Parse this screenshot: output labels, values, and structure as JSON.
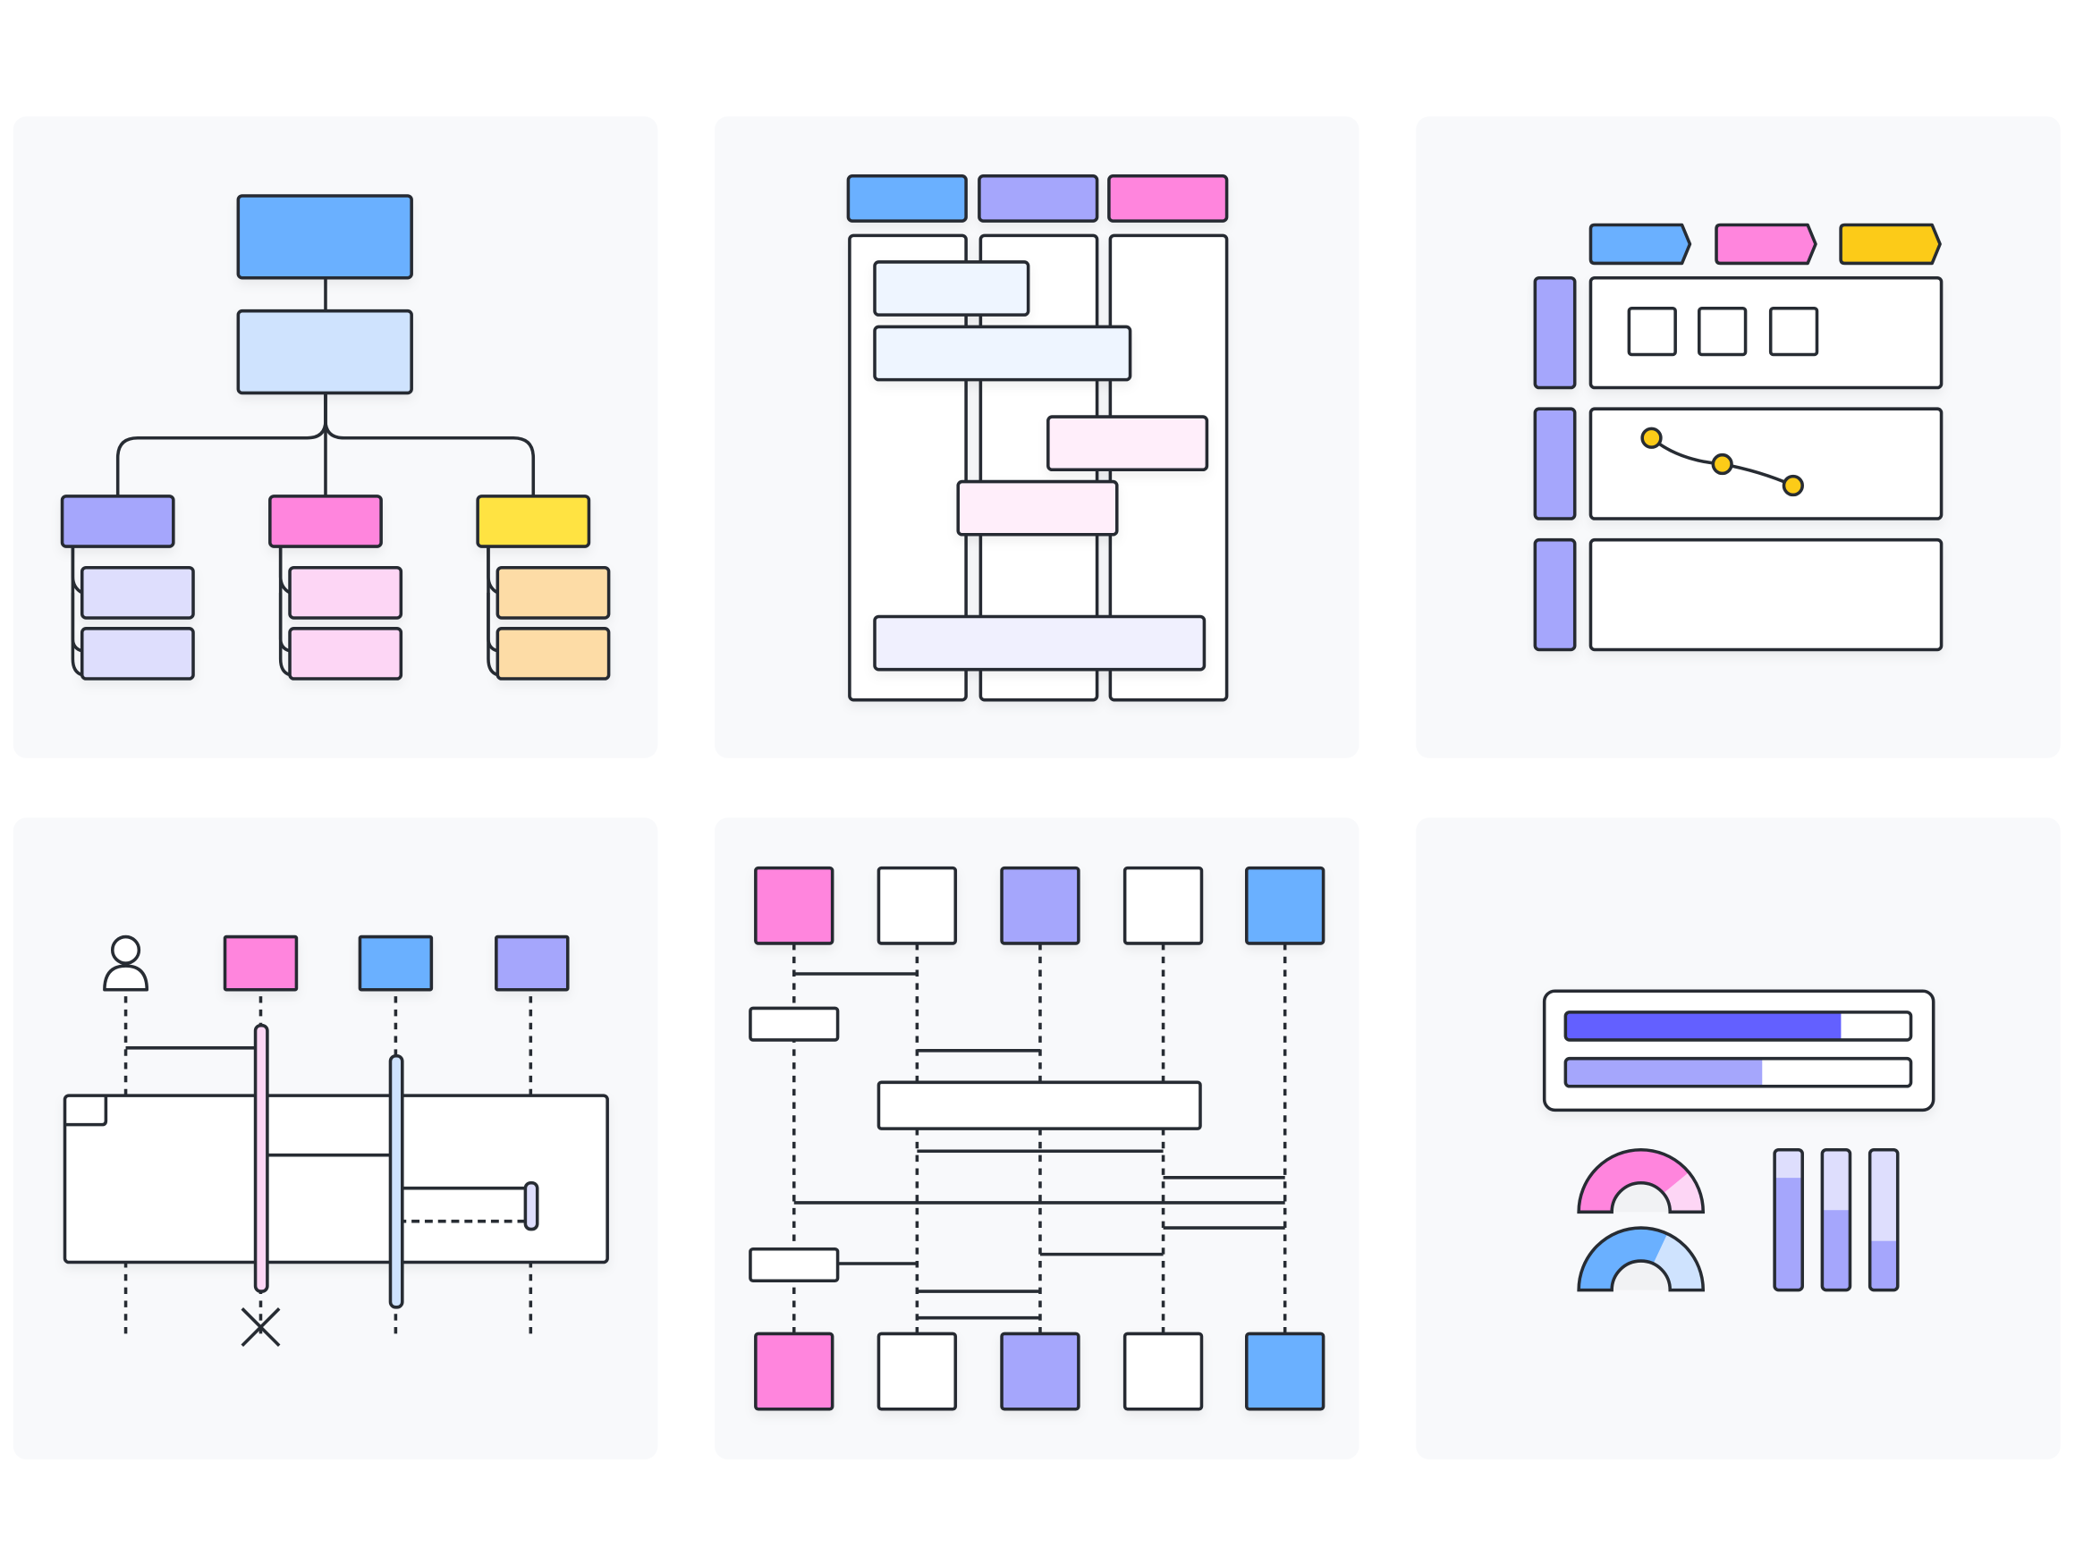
{
  "colors": {
    "background": "#ffffff",
    "panel": "#f8f9fb",
    "stroke": "#272c33",
    "blue": "#6ab0ff",
    "light_blue": "#cfe3fe",
    "pale_blue": "#eef5ff",
    "purple": "#a5a6fc",
    "light_purple": "#dddddd",
    "lavender": "#dedefd",
    "pale_purple": "#f0f0fe",
    "pink": "#ff85dd",
    "light_pink": "#fdd6f5",
    "pale_pink": "#ffeefa",
    "yellow": "#ffe342",
    "amber": "#fccb18",
    "peach": "#fddca6",
    "indigo": "#6360ff",
    "white": "#ffffff",
    "gauge_center": "#f1f2f4"
  },
  "panels": [
    {
      "name": "org-chart-template"
    },
    {
      "name": "kanban-board-template"
    },
    {
      "name": "dashboard-layout-template"
    },
    {
      "name": "sequence-diagram-actor-template"
    },
    {
      "name": "sequence-diagram-lifelines-template"
    },
    {
      "name": "metrics-dashboard-template"
    }
  ],
  "metrics": {
    "progress_bars": [
      0.8,
      0.57
    ],
    "gauges": [
      0.78,
      0.64
    ],
    "vertical_bars": [
      0.8,
      0.57,
      0.35
    ]
  },
  "line_chart_points": [
    0,
    0.55,
    1.0
  ]
}
